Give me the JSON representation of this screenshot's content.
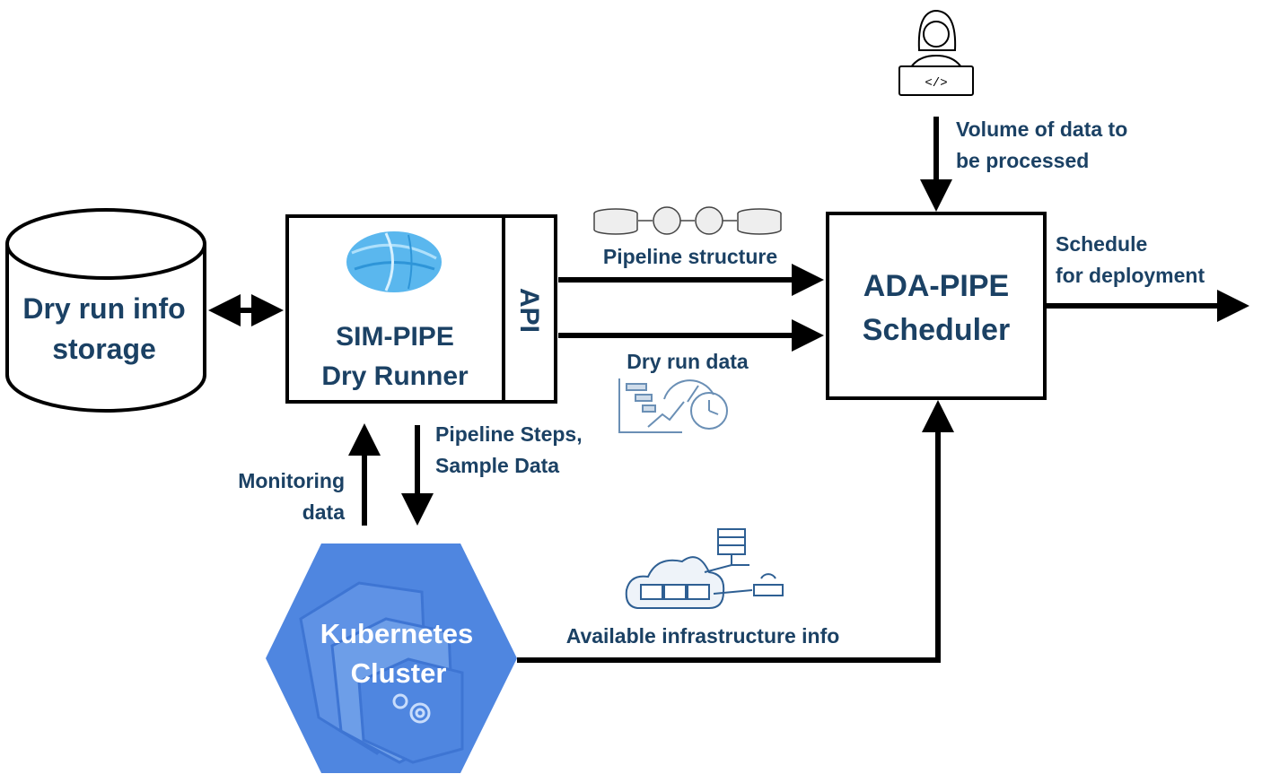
{
  "storage": {
    "line1": "Dry run info",
    "line2": "storage"
  },
  "simpipe": {
    "line1": "SIM-PIPE",
    "line2": "Dry Runner",
    "api": "API"
  },
  "scheduler": {
    "line1": "ADA-PIPE",
    "line2": "Scheduler"
  },
  "kubernetes": {
    "line1": "Kubernetes",
    "line2": "Cluster"
  },
  "labels": {
    "pipeline_structure": "Pipeline structure",
    "dry_run_data": "Dry run data",
    "volume_line1": "Volume of data to",
    "volume_line2": "be processed",
    "schedule_line1": "Schedule",
    "schedule_line2": "for deployment",
    "steps_line1": "Pipeline Steps,",
    "steps_line2": "Sample Data",
    "monitoring_line1": "Monitoring",
    "monitoring_line2": "data",
    "infra": "Available infrastructure info"
  },
  "colors": {
    "text": "#1b4164",
    "k8s_fill": "#4f86e0",
    "k8s_light": "#6d9ee8",
    "icon": "#6a8fb5"
  }
}
